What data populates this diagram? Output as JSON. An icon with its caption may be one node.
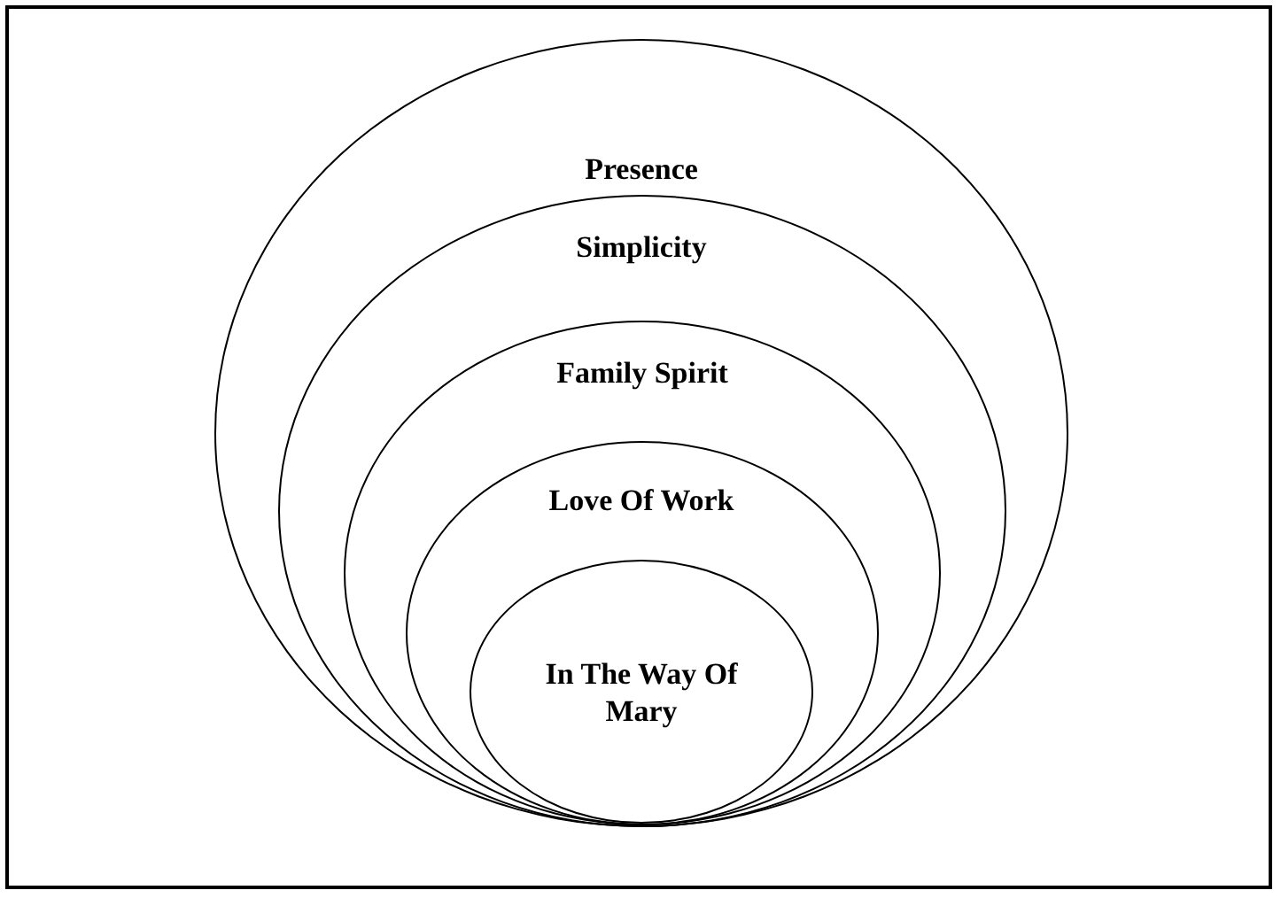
{
  "diagram": {
    "nodes": [
      {
        "text": [
          "Presence"
        ]
      },
      {
        "text": [
          "Simplicity"
        ],
        "in": 0
      },
      {
        "text": [
          "Family Spirit"
        ],
        "in": 1
      },
      {
        "text": [
          "Love Of Work"
        ],
        "in": 2
      },
      {
        "text": [
          "In The Way Of Mary"
        ],
        "in": 3
      }
    ]
  }
}
